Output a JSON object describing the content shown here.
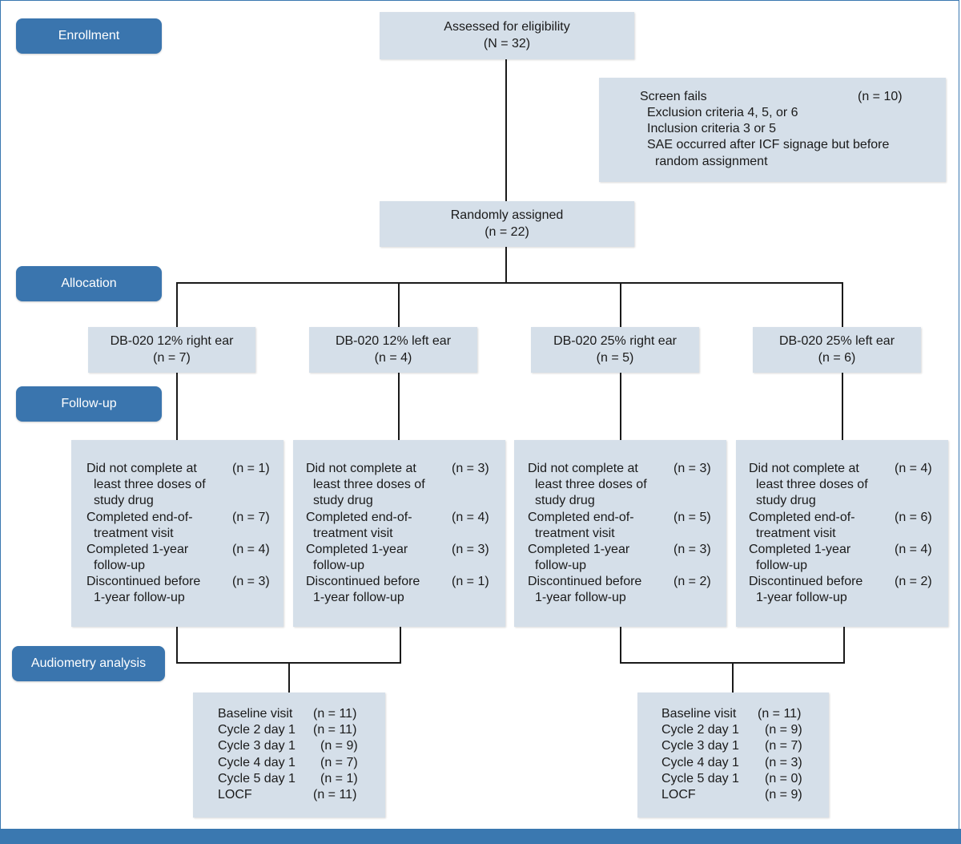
{
  "stages": {
    "enrollment": "Enrollment",
    "allocation": "Allocation",
    "followup": "Follow-up",
    "audiometry": "Audiometry analysis"
  },
  "eligibility": {
    "line1": "Assessed for eligibility",
    "line2": "(N = 32)"
  },
  "screen_fails": {
    "title": "Screen fails",
    "count": "(n = 10)",
    "items": [
      "Exclusion criteria 4, 5, or 6",
      "Inclusion criteria 3 or 5",
      "SAE occurred after ICF signage but before",
      "random assignment"
    ]
  },
  "randomized": {
    "line1": "Randomly assigned",
    "line2": "(n = 22)"
  },
  "arms": [
    {
      "name": "DB-020 12% right ear",
      "n": "(n = 7)",
      "followup": [
        {
          "l1": "Did not complete at",
          "l2": "least three doses of",
          "l3": "study drug",
          "n": "(n = 1)"
        },
        {
          "l1": "Completed end-of-",
          "l2": "treatment visit",
          "n": "(n = 7)"
        },
        {
          "l1": "Completed 1-year",
          "l2": "follow-up",
          "n": "(n = 4)"
        },
        {
          "l1": "Discontinued before",
          "l2": "1-year follow-up",
          "n": "(n = 3)"
        }
      ]
    },
    {
      "name": "DB-020 12% left ear",
      "n": "(n = 4)",
      "followup": [
        {
          "l1": "Did not complete at",
          "l2": "least three doses of",
          "l3": "study drug",
          "n": "(n = 3)"
        },
        {
          "l1": "Completed end-of-",
          "l2": "treatment visit",
          "n": "(n = 4)"
        },
        {
          "l1": "Completed 1-year",
          "l2": "follow-up",
          "n": "(n = 3)"
        },
        {
          "l1": "Discontinued before",
          "l2": "1-year follow-up",
          "n": "(n = 1)"
        }
      ]
    },
    {
      "name": "DB-020 25% right ear",
      "n": "(n = 5)",
      "followup": [
        {
          "l1": "Did not complete at",
          "l2": "least three doses of",
          "l3": "study drug",
          "n": "(n = 3)"
        },
        {
          "l1": "Completed end-of-",
          "l2": "treatment visit",
          "n": "(n = 5)"
        },
        {
          "l1": "Completed 1-year",
          "l2": "follow-up",
          "n": "(n = 3)"
        },
        {
          "l1": "Discontinued before",
          "l2": "1-year follow-up",
          "n": "(n = 2)"
        }
      ]
    },
    {
      "name": "DB-020 25% left ear",
      "n": "(n = 6)",
      "followup": [
        {
          "l1": "Did not complete at",
          "l2": "least three doses of",
          "l3": "study drug",
          "n": "(n = 4)"
        },
        {
          "l1": "Completed end-of-",
          "l2": "treatment visit",
          "n": "(n = 6)"
        },
        {
          "l1": "Completed 1-year",
          "l2": "follow-up",
          "n": "(n = 4)"
        },
        {
          "l1": "Discontinued before",
          "l2": "1-year follow-up",
          "n": "(n = 2)"
        }
      ]
    }
  ],
  "analysis": [
    {
      "rows": [
        {
          "label": "Baseline visit",
          "n": "(n = 11)"
        },
        {
          "label": "Cycle 2 day 1",
          "n": "(n = 11)"
        },
        {
          "label": "Cycle 3 day 1",
          "n": "(n = 9)"
        },
        {
          "label": "Cycle 4 day 1",
          "n": "(n = 7)"
        },
        {
          "label": "Cycle 5 day 1",
          "n": "(n = 1)"
        },
        {
          "label": "LOCF",
          "n": "(n = 11)"
        }
      ]
    },
    {
      "rows": [
        {
          "label": "Baseline visit",
          "n": "(n = 11)"
        },
        {
          "label": "Cycle 2 day 1",
          "n": "(n = 9)"
        },
        {
          "label": "Cycle 3 day 1",
          "n": "(n = 7)"
        },
        {
          "label": "Cycle 4 day 1",
          "n": "(n = 3)"
        },
        {
          "label": "Cycle 5 day 1",
          "n": "(n = 0)"
        },
        {
          "label": "LOCF",
          "n": "(n = 9)"
        }
      ]
    }
  ]
}
